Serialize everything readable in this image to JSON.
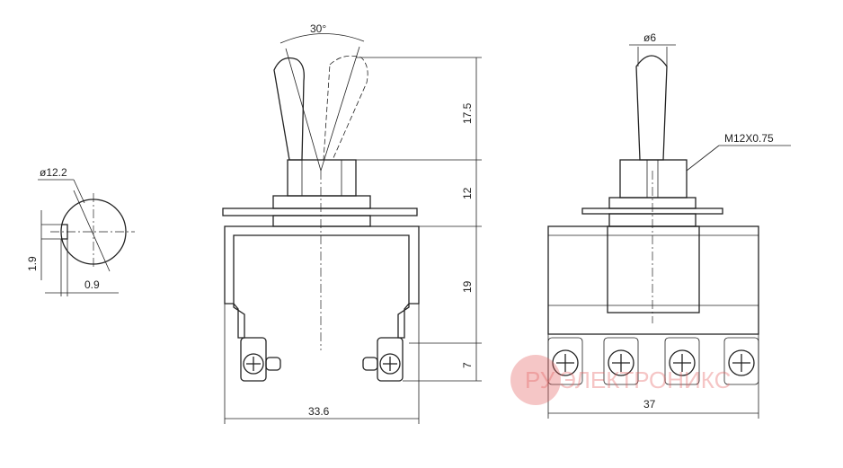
{
  "dimensions": {
    "knob_diameter": "ø12.2",
    "height_offset": "1.9",
    "tab_width": "0.9",
    "lever_angle": "30°",
    "lever_height": "17.5",
    "bushing_height": "12",
    "body_height": "19",
    "terminal_height": "7",
    "body_width": "33.6",
    "lever_diameter": "ø6",
    "thread": "M12X0.75",
    "side_width": "37"
  },
  "watermark": "ЭЛЕКТРОНИКС",
  "watermark_logo": "РУ"
}
